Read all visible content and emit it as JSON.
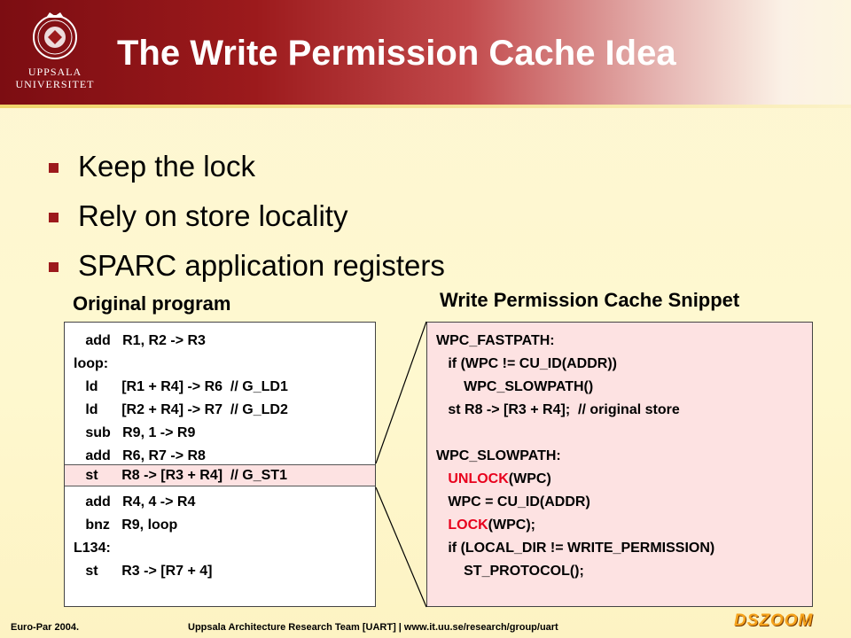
{
  "header": {
    "title": "The Write Permission Cache Idea",
    "logo_lines": [
      "UPPSALA",
      "UNIVERSITET"
    ],
    "colors": {
      "header_dark": "#7c0d12",
      "accent_line": "#f0d46a"
    }
  },
  "bullets": [
    "Keep the lock",
    "Rely on store locality",
    "SPARC application registers"
  ],
  "left_panel": {
    "caption": "Original program",
    "lines": [
      "   add   R1, R2 -> R3",
      "loop:",
      "   ld      [R1 + R4] -> R6  // G_LD1",
      "   ld      [R2 + R4] -> R7  // G_LD2",
      "   sub   R9, 1 -> R9",
      "   add   R6, R7 -> R8",
      "   st      R8 -> [R3 + R4]  // G_ST1",
      "   add   R4, 4 -> R4",
      "   bnz   R9, loop",
      "L134:",
      "   st      R3 -> [R7 + 4]"
    ],
    "highlight_index": 6
  },
  "right_panel": {
    "caption": "Write Permission Cache Snippet",
    "lines": [
      {
        "pre": "",
        "red": "",
        "post": "WPC_FASTPATH:"
      },
      {
        "pre": "   ",
        "red": "",
        "post": "if (WPC != CU_ID(ADDR))"
      },
      {
        "pre": "       ",
        "red": "",
        "post": "WPC_SLOWPATH()"
      },
      {
        "pre": "   ",
        "red": "",
        "post": "st R8 -> [R3 + R4];  // original store"
      },
      {
        "pre": "",
        "red": "",
        "post": ""
      },
      {
        "pre": "",
        "red": "",
        "post": "WPC_SLOWPATH:"
      },
      {
        "pre": "   ",
        "red": "UNLOCK",
        "post": "(WPC)"
      },
      {
        "pre": "   ",
        "red": "",
        "post": "WPC = CU_ID(ADDR)"
      },
      {
        "pre": "   ",
        "red": "LOCK",
        "post": "(WPC);"
      },
      {
        "pre": "   ",
        "red": "",
        "post": "if (LOCAL_DIR != WRITE_PERMISSION)"
      },
      {
        "pre": "       ",
        "red": "",
        "post": "ST_PROTOCOL();"
      }
    ],
    "background": "#fde2e2",
    "emphasis_color": "#e8001c"
  },
  "footer": {
    "left": "Euro-Par 2004.",
    "center": "Uppsala Architecture Research Team [UART] | www.it.uu.se/research/group/uart",
    "logo": "DSZOOM"
  }
}
